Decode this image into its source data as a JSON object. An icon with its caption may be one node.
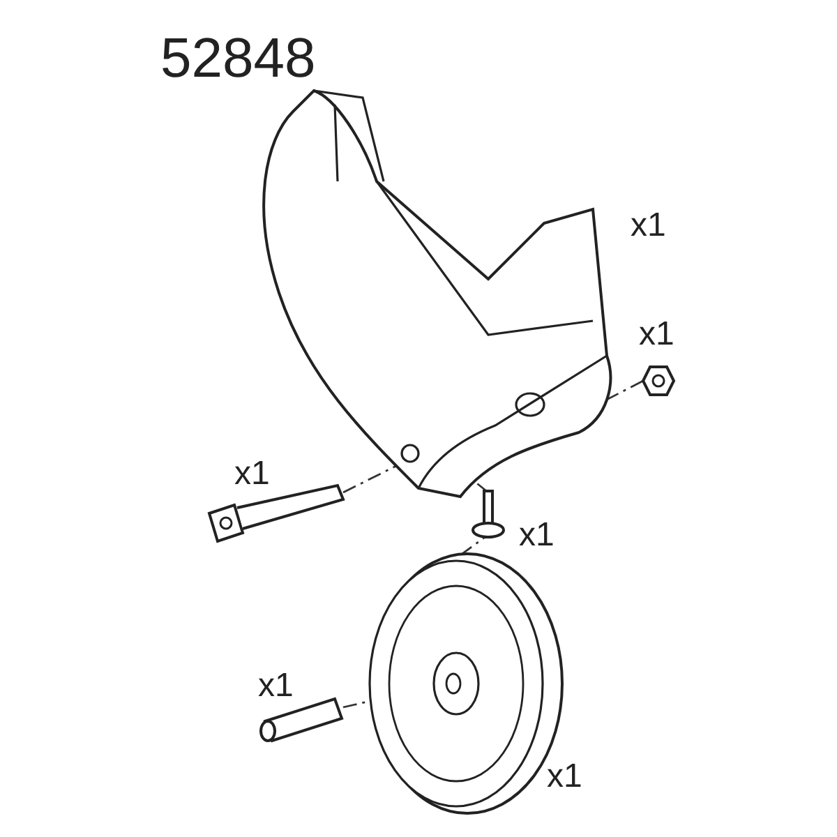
{
  "diagram": {
    "title": "52848",
    "nodes": [
      {
        "text": [],
        "shape": "picture",
        "beside": [
          "x1"
        ]
      },
      {
        "text": [],
        "shape": "picture",
        "beside": [
          "x1"
        ]
      },
      {
        "text": [],
        "shape": "picture",
        "beside": [
          "x1"
        ]
      },
      {
        "text": [],
        "shape": "picture",
        "beside": [
          "x1"
        ]
      },
      {
        "text": [],
        "shape": "picture",
        "beside": [
          "x1"
        ]
      },
      {
        "text": [],
        "shape": "picture",
        "beside": [
          "x1"
        ]
      }
    ],
    "edges": [
      {
        "from": 1,
        "to": 0,
        "arrow": "none",
        "style": "dashed"
      },
      {
        "from": 2,
        "to": 0,
        "arrow": "none",
        "style": "dashed"
      },
      {
        "from": 3,
        "to": 0,
        "arrow": "none",
        "style": "dashed"
      },
      {
        "from": 4,
        "to": 3,
        "arrow": "none",
        "style": "dashed"
      },
      {
        "from": 5,
        "to": 4,
        "arrow": "none",
        "style": "dashed"
      }
    ]
  }
}
